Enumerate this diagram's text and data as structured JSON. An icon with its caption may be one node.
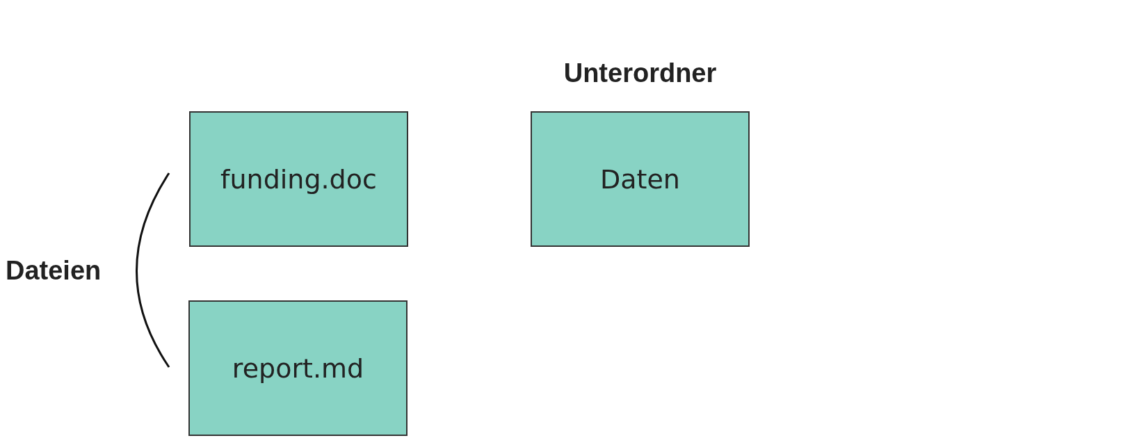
{
  "diagram": {
    "nodes": [
      {
        "text": [
          "funding.doc"
        ]
      },
      {
        "text": [
          "Unterordner",
          "Daten"
        ]
      },
      {
        "text": [
          "report.md"
        ]
      }
    ],
    "labels": [
      "Dateien"
    ]
  }
}
